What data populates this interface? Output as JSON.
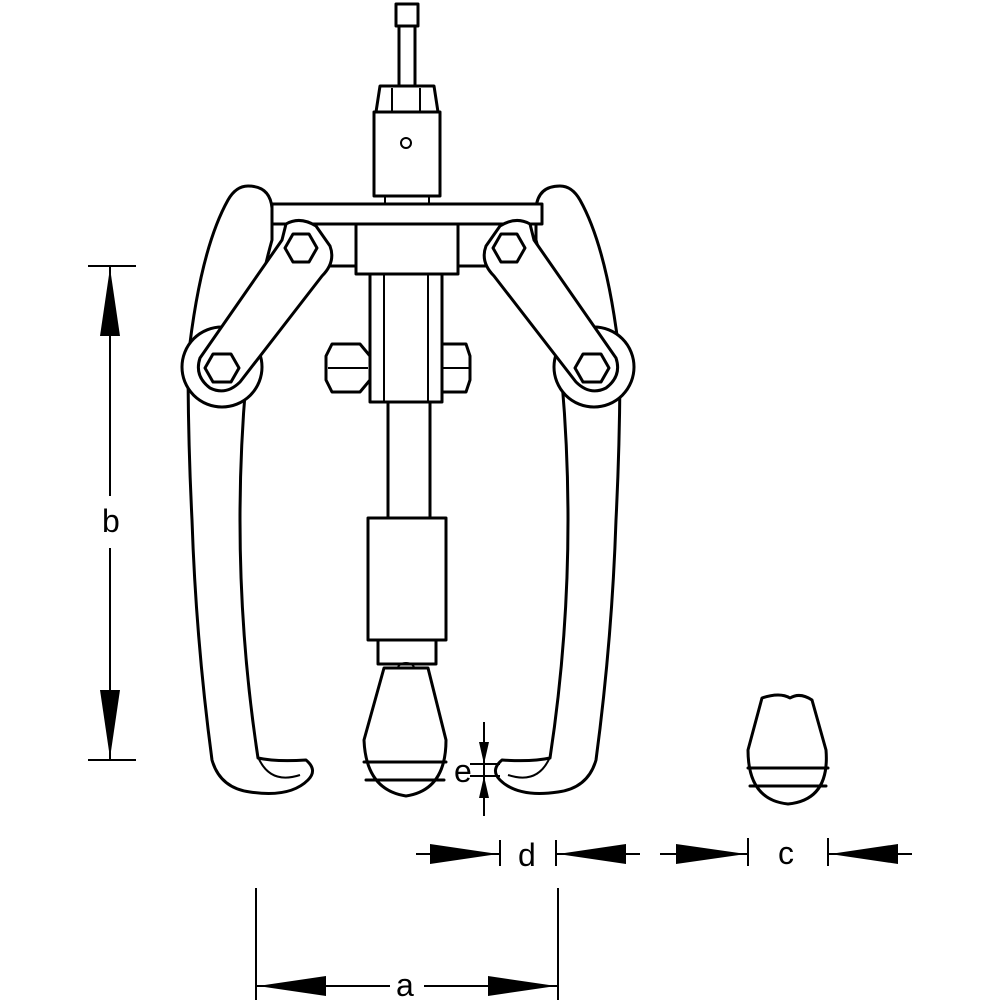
{
  "dimensions": {
    "a": "a",
    "b": "b",
    "c": "c",
    "d": "d",
    "e": "e"
  },
  "colors": {
    "line": "#000000",
    "background": "#ffffff"
  }
}
